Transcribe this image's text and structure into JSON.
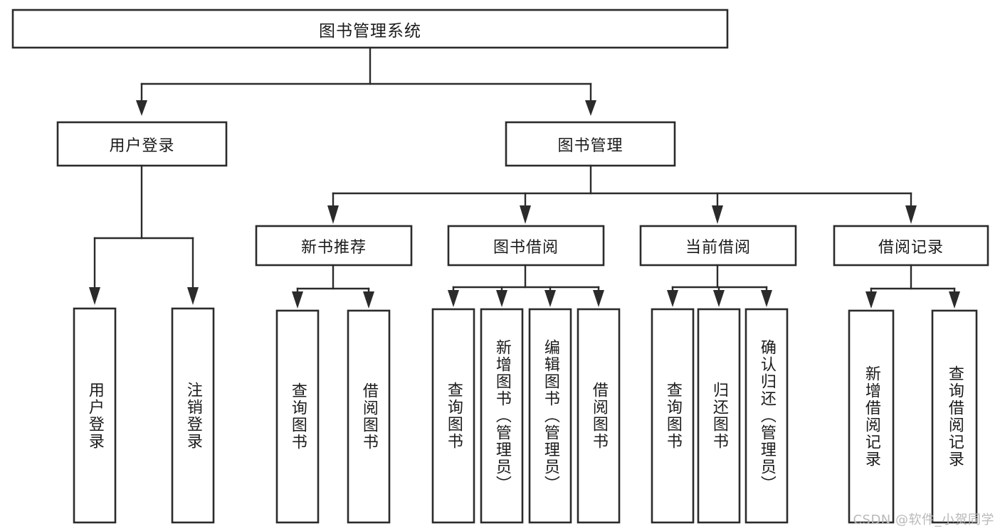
{
  "diagram": {
    "type": "tree",
    "title": "图书管理系统",
    "orientation": "top-down",
    "background_color": "#ffffff",
    "line_color": "#2b2b2b",
    "text_color": "#1b1b1b",
    "box_fill": "#ffffff"
  },
  "root": {
    "label": "图书管理系统"
  },
  "level1": [
    {
      "label": "用户登录"
    },
    {
      "label": "图书管理"
    }
  ],
  "level2": [
    {
      "label": "新书推荐"
    },
    {
      "label": "图书借阅"
    },
    {
      "label": "当前借阅"
    },
    {
      "label": "借阅记录"
    }
  ],
  "leaves": {
    "user_login": [
      {
        "label": "用户登录"
      },
      {
        "label": "注销登录"
      }
    ],
    "new_book": [
      {
        "label": "查询图书"
      },
      {
        "label": "借阅图书"
      }
    ],
    "book_borrow": [
      {
        "label": "查询图书"
      },
      {
        "label": "新增图书（管理员）"
      },
      {
        "label": "编辑图书（管理员）"
      },
      {
        "label": "借阅图书"
      }
    ],
    "current_borrow": [
      {
        "label": "查询图书"
      },
      {
        "label": "归还图书"
      },
      {
        "label": "确认归还（管理员）"
      }
    ],
    "borrow_record": [
      {
        "label": "新增借阅记录"
      },
      {
        "label": "查询借阅记录"
      }
    ]
  },
  "watermark": {
    "text": "CSDN @软件_小贺同学"
  }
}
